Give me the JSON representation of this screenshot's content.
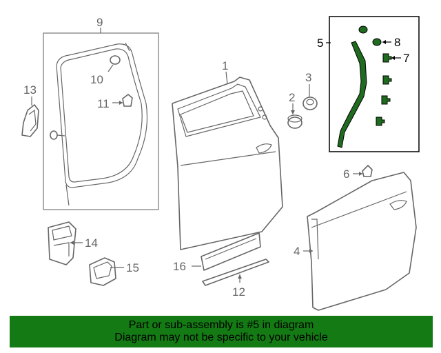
{
  "callouts": {
    "c1": "1",
    "c2": "2",
    "c3": "3",
    "c4": "4",
    "c5": "5",
    "c6": "6",
    "c7": "7",
    "c8": "8",
    "c9": "9",
    "c10": "10",
    "c11": "11",
    "c12": "12",
    "c13": "13",
    "c14": "14",
    "c15": "15",
    "c16": "16"
  },
  "highlight": {
    "part_number": "5",
    "color": "#1f6b1f",
    "frame_color": "#000000"
  },
  "banner": {
    "line1": "Part or sub-assembly is #5 in diagram",
    "line2": "Diagram may not be specific to your vehicle",
    "color": "#147a14"
  },
  "colors": {
    "line": "#666666",
    "highlight_frame": "#000000"
  }
}
